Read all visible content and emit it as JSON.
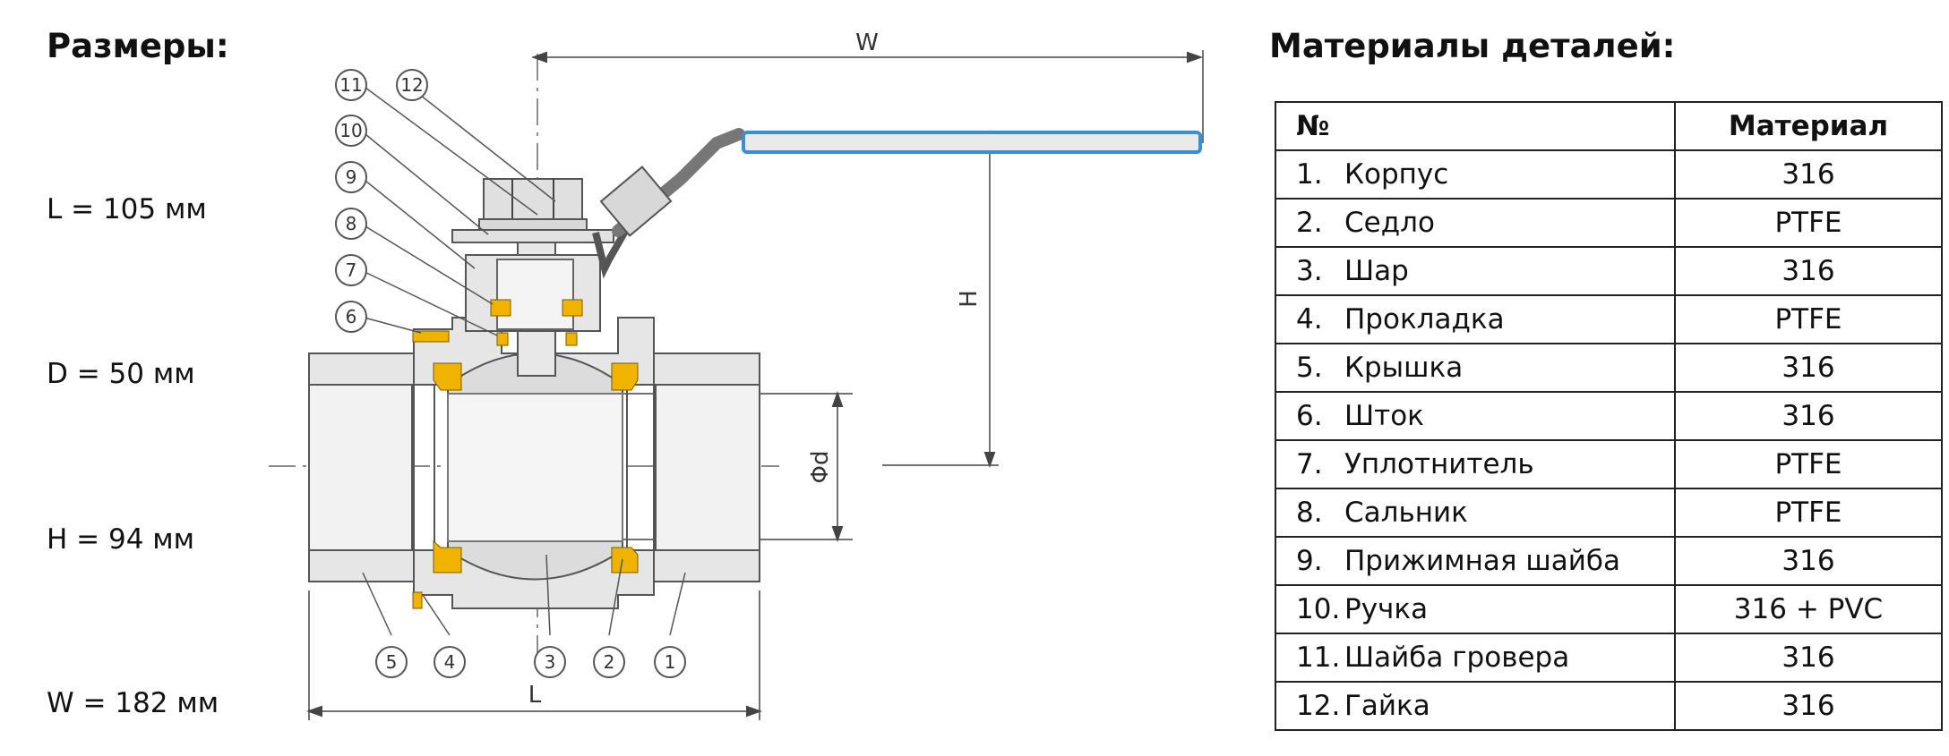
{
  "dimensions": {
    "heading": "Размеры:",
    "items": [
      "L = 105 мм",
      "D = 50 мм",
      "H = 94 мм",
      "W = 182 мм"
    ]
  },
  "diagram": {
    "callouts": [
      "1",
      "2",
      "3",
      "4",
      "5",
      "6",
      "7",
      "8",
      "9",
      "10",
      "11",
      "12"
    ],
    "dim_labels": {
      "w": "W",
      "h": "H",
      "l": "L",
      "d": "Φd"
    },
    "colors": {
      "handle": "#3a8fd0",
      "seal": "#f0b400",
      "body": "#e6e6e6",
      "ball": "#dcdcdc"
    }
  },
  "materials": {
    "heading": "Материалы деталей:",
    "columns": [
      "№",
      "Материал"
    ],
    "rows": [
      {
        "no": "1.",
        "name": "Корпус",
        "material": "316"
      },
      {
        "no": "2.",
        "name": "Седло",
        "material": "PTFE"
      },
      {
        "no": "3.",
        "name": "Шар",
        "material": "316"
      },
      {
        "no": "4.",
        "name": "Прокладка",
        "material": "PTFE"
      },
      {
        "no": "5.",
        "name": "Крышка",
        "material": "316"
      },
      {
        "no": "6.",
        "name": "Шток",
        "material": "316"
      },
      {
        "no": "7.",
        "name": "Уплотнитель",
        "material": "PTFE"
      },
      {
        "no": "8.",
        "name": "Сальник",
        "material": "PTFE"
      },
      {
        "no": "9.",
        "name": "Прижимная шайба",
        "material": "316"
      },
      {
        "no": "10.",
        "name": "Ручка",
        "material": "316 + PVC"
      },
      {
        "no": "11.",
        "name": "Шайба гровера",
        "material": "316"
      },
      {
        "no": "12.",
        "name": "Гайка",
        "material": "316"
      }
    ]
  }
}
